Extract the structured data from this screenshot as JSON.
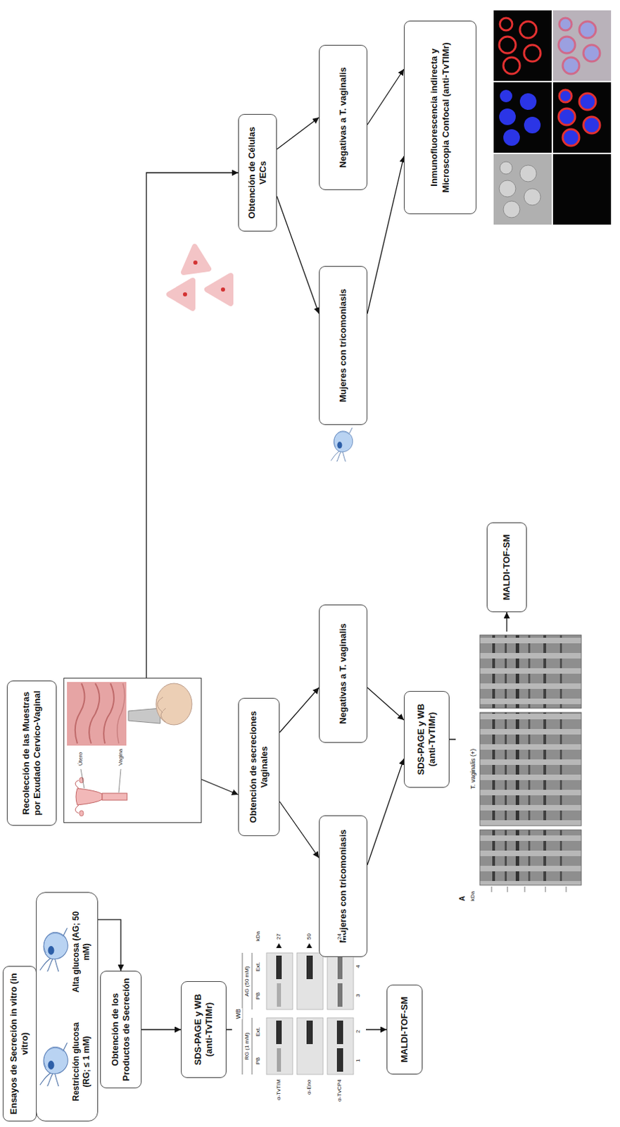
{
  "diagram": {
    "nodes": [
      {
        "text": [
          "Ensayos de Secreción in vitro (in vitro)"
        ]
      },
      {
        "text": [
          "Restricción glucosa (RG; ≤ 1 mM)",
          "Alta glucosa (AG; 50 mM)"
        ]
      },
      {
        "text": [
          "Obtención de los Productos de Secreción"
        ]
      },
      {
        "text": [
          "SDS-PAGE y WB (anti-TvTIMr)"
        ]
      },
      {
        "text": [
          "MALDI-TOF-SM"
        ]
      },
      {
        "text": [
          "Recolección de las Muestras por Exudado Cervico-Vaginal"
        ]
      },
      {
        "text": [
          "Útero",
          "Vagina"
        ]
      },
      {
        "text": [
          "Obtención de secreciones Vaginales"
        ]
      },
      {
        "text": [
          "Mujeres con tricomoniasis"
        ]
      },
      {
        "text": [
          "Negativas a T. vaginalis"
        ]
      },
      {
        "text": [
          "SDS-PAGE y WB (anti-TvTIMr)"
        ]
      },
      {
        "text": [
          "MALDI-TOF-SM"
        ]
      },
      {
        "text": [
          "Obtención de Células VECs"
        ]
      },
      {
        "text": [
          "Mujeres con tricomoniasis"
        ]
      },
      {
        "text": [
          "Negativas a T. vaginalis"
        ]
      },
      {
        "text": [
          "Inmunofluorescencia indirecta y Microscopia Confocal (anti-TvTIMr)"
        ]
      }
    ],
    "edges": [
      {
        "from": 1,
        "to": 2,
        "arrow": "to"
      },
      {
        "from": 2,
        "to": 3,
        "arrow": "to"
      },
      {
        "from": 3,
        "to": 4,
        "arrow": "to"
      },
      {
        "from": 6,
        "to": 7,
        "arrow": "to"
      },
      {
        "from": 6,
        "to": 12,
        "arrow": "to"
      },
      {
        "from": 7,
        "to": 8,
        "arrow": "to"
      },
      {
        "from": 7,
        "to": 9,
        "arrow": "to"
      },
      {
        "from": 8,
        "to": 10,
        "arrow": "to"
      },
      {
        "from": 9,
        "to": 10,
        "arrow": "to"
      },
      {
        "from": 10,
        "to": 11,
        "arrow": "to"
      },
      {
        "from": 12,
        "to": 13,
        "arrow": "to"
      },
      {
        "from": 12,
        "to": 14,
        "arrow": "to"
      },
      {
        "from": 13,
        "to": 15,
        "arrow": "to"
      },
      {
        "from": 14,
        "to": 15,
        "arrow": "to"
      }
    ],
    "labels": [
      "WB",
      "RG (1 mM)",
      "AG (50 mM)",
      "PB",
      "Ext.",
      "PB",
      "Ext.",
      "kDa",
      "α-TvTIM",
      "α-Eno",
      "α-TvCP4",
      "27",
      "50",
      "24",
      "1",
      "2",
      "3",
      "4",
      "A",
      "kDa",
      "T. vaginalis (+)"
    ]
  }
}
